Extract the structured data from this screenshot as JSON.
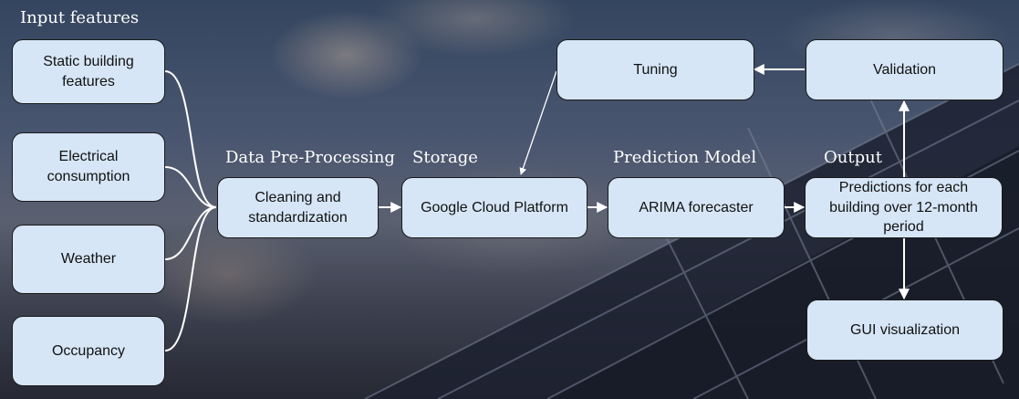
{
  "section_labels": {
    "input_features": "Input features",
    "data_preprocessing": "Data Pre-Processing",
    "storage": "Storage",
    "prediction_model": "Prediction Model",
    "output": "Output"
  },
  "inputs": [
    "Static building features",
    "Electrical consumption",
    "Weather",
    "Occupancy"
  ],
  "nodes": {
    "cleaning": "Cleaning and standardization",
    "gcp": "Google Cloud Platform",
    "arima": "ARIMA forecaster",
    "predictions": "Predictions for each building over 12-month period",
    "tuning": "Tuning",
    "validation": "Validation",
    "gui": "GUI visualization"
  },
  "colors": {
    "box_fill": "#d6e6f7",
    "box_border": "#1a1a1a",
    "connector": "#ffffff",
    "label_text": "#ffffff"
  }
}
